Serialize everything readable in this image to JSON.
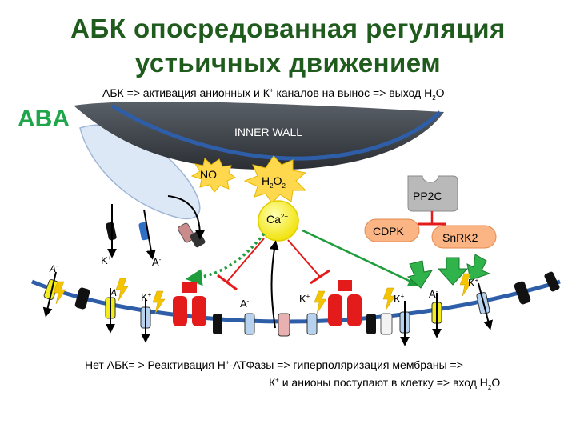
{
  "title_line1": "АБК опосредованная регуляция",
  "title_line2": "устьичных движением",
  "subtitle": {
    "pre": "АБК => активация анионных и К",
    "sup": "+",
    "mid": " каналов на вынос => выход Н",
    "sub": "2",
    "post": "О"
  },
  "aba_label": "ABA",
  "inner_wall": "INNER WALL",
  "nodes": {
    "no": "NO",
    "h2o2_h": "H",
    "h2o2_sub1": "2",
    "h2o2_o": "O",
    "h2o2_sub2": "2",
    "ca_base": "Ca",
    "ca_sup": "2+",
    "pp2c": "PP2C",
    "cdpk": "CDPK",
    "snrk2": "SnRK2"
  },
  "ions": {
    "k_base": "K",
    "k_sup": "+",
    "a_base": "A",
    "a_sup": "-"
  },
  "bottom": {
    "l1_pre": "Нет АБК= > Реактивация Н",
    "l1_sup": "+",
    "l1_post": "-АТФазы => гиперполяризация мембраны =>",
    "l2_pre": "К",
    "l2_sup": "+",
    "l2_mid": " и анионы поступают в клетку => вход Н",
    "l2_sub": "2",
    "l2_post": "О"
  },
  "colors": {
    "title": "#1f5b1d",
    "aba": "#1fa64b",
    "wall": "#3a3f45",
    "membrane": "#2f5ea8",
    "ca": "#fff200",
    "pp2c": "#b7b7b7",
    "kinase": "#fbb584",
    "red_channel": "#e31b1b",
    "green_arrow": "#1f9c3c"
  }
}
